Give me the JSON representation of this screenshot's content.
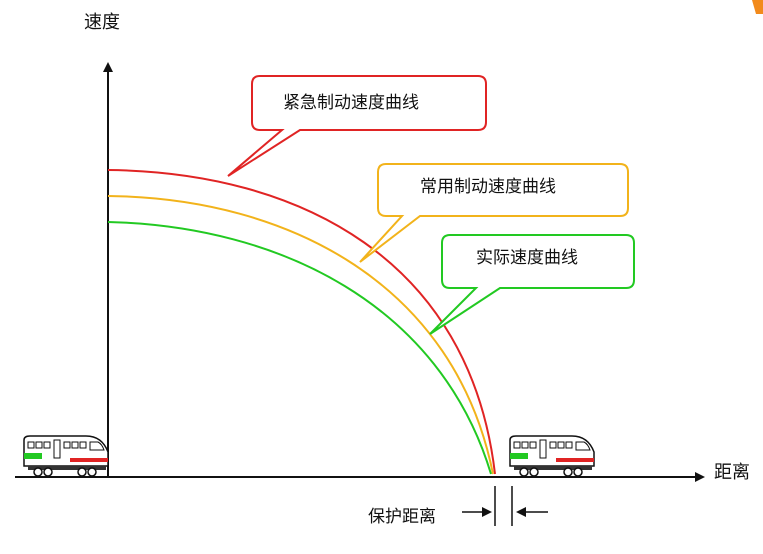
{
  "axes": {
    "y_label": "速度",
    "x_label": "距离"
  },
  "callouts": {
    "emergency": {
      "label": "紧急制动速度曲线",
      "color": "#e02424"
    },
    "service": {
      "label": "常用制动速度曲线",
      "color": "#f2b31b"
    },
    "actual": {
      "label": "实际速度曲线",
      "color": "#22c922"
    }
  },
  "annotations": {
    "protection_distance": "保护距离"
  },
  "colors": {
    "axis": "#111111",
    "train_body": "#ffffff",
    "train_stripe_green": "#22c922",
    "train_stripe_red": "#e02424"
  },
  "icons": {
    "left_train": "train-icon",
    "right_train": "train-icon",
    "corner": "logo-fragment-icon"
  }
}
